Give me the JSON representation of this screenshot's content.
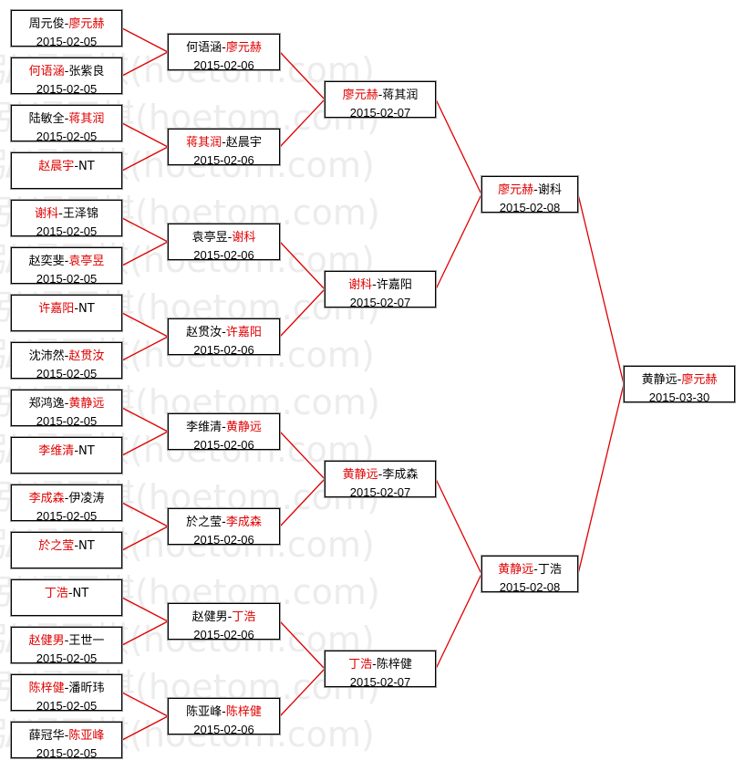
{
  "watermark": "弘通围棋(hoetom.com)",
  "colors": {
    "winner": "#e00000",
    "line": "#e00000",
    "text": "#000000",
    "watermark": "#ececec"
  },
  "matches": [
    {
      "id": "r1m1",
      "round": 1,
      "p1": "周元俊",
      "p2": "廖元赫",
      "winner": 2,
      "date": "2015-02-05"
    },
    {
      "id": "r1m2",
      "round": 1,
      "p1": "何语涵",
      "p2": "张紫良",
      "winner": 1,
      "date": "2015-02-05"
    },
    {
      "id": "r1m3",
      "round": 1,
      "p1": "陆敏全",
      "p2": "蒋其润",
      "winner": 2,
      "date": "2015-02-05"
    },
    {
      "id": "r1m4",
      "round": 1,
      "p1": "赵晨宇",
      "p2": "NT",
      "winner": 1,
      "date": ""
    },
    {
      "id": "r1m5",
      "round": 1,
      "p1": "谢科",
      "p2": "王泽锦",
      "winner": 1,
      "date": "2015-02-05"
    },
    {
      "id": "r1m6",
      "round": 1,
      "p1": "赵奕斐",
      "p2": "袁亭昱",
      "winner": 2,
      "date": "2015-02-05"
    },
    {
      "id": "r1m7",
      "round": 1,
      "p1": "许嘉阳",
      "p2": "NT",
      "winner": 1,
      "date": ""
    },
    {
      "id": "r1m8",
      "round": 1,
      "p1": "沈沛然",
      "p2": "赵贯汝",
      "winner": 2,
      "date": "2015-02-05"
    },
    {
      "id": "r1m9",
      "round": 1,
      "p1": "郑鸿逸",
      "p2": "黄静远",
      "winner": 2,
      "date": "2015-02-05"
    },
    {
      "id": "r1m10",
      "round": 1,
      "p1": "李维清",
      "p2": "NT",
      "winner": 1,
      "date": ""
    },
    {
      "id": "r1m11",
      "round": 1,
      "p1": "李成森",
      "p2": "伊凌涛",
      "winner": 1,
      "date": "2015-02-05"
    },
    {
      "id": "r1m12",
      "round": 1,
      "p1": "於之莹",
      "p2": "NT",
      "winner": 1,
      "date": ""
    },
    {
      "id": "r1m13",
      "round": 1,
      "p1": "丁浩",
      "p2": "NT",
      "winner": 1,
      "date": ""
    },
    {
      "id": "r1m14",
      "round": 1,
      "p1": "赵健男",
      "p2": "王世一",
      "winner": 1,
      "date": "2015-02-05"
    },
    {
      "id": "r1m15",
      "round": 1,
      "p1": "陈梓健",
      "p2": "潘昕玮",
      "winner": 1,
      "date": "2015-02-05"
    },
    {
      "id": "r1m16",
      "round": 1,
      "p1": "薛冠华",
      "p2": "陈亚峰",
      "winner": 2,
      "date": "2015-02-05"
    },
    {
      "id": "r2m1",
      "round": 2,
      "p1": "何语涵",
      "p2": "廖元赫",
      "winner": 2,
      "date": "2015-02-06"
    },
    {
      "id": "r2m2",
      "round": 2,
      "p1": "蒋其润",
      "p2": "赵晨宇",
      "winner": 1,
      "date": "2015-02-06"
    },
    {
      "id": "r2m3",
      "round": 2,
      "p1": "袁亭昱",
      "p2": "谢科",
      "winner": 2,
      "date": "2015-02-06"
    },
    {
      "id": "r2m4",
      "round": 2,
      "p1": "赵贯汝",
      "p2": "许嘉阳",
      "winner": 2,
      "date": "2015-02-06"
    },
    {
      "id": "r2m5",
      "round": 2,
      "p1": "李维清",
      "p2": "黄静远",
      "winner": 2,
      "date": "2015-02-06"
    },
    {
      "id": "r2m6",
      "round": 2,
      "p1": "於之莹",
      "p2": "李成森",
      "winner": 2,
      "date": "2015-02-06"
    },
    {
      "id": "r2m7",
      "round": 2,
      "p1": "赵健男",
      "p2": "丁浩",
      "winner": 2,
      "date": "2015-02-06"
    },
    {
      "id": "r2m8",
      "round": 2,
      "p1": "陈亚峰",
      "p2": "陈梓健",
      "winner": 2,
      "date": "2015-02-06"
    },
    {
      "id": "r3m1",
      "round": 3,
      "p1": "廖元赫",
      "p2": "蒋其润",
      "winner": 1,
      "date": "2015-02-07"
    },
    {
      "id": "r3m2",
      "round": 3,
      "p1": "谢科",
      "p2": "许嘉阳",
      "winner": 1,
      "date": "2015-02-07"
    },
    {
      "id": "r3m3",
      "round": 3,
      "p1": "黄静远",
      "p2": "李成森",
      "winner": 1,
      "date": "2015-02-07"
    },
    {
      "id": "r3m4",
      "round": 3,
      "p1": "丁浩",
      "p2": "陈梓健",
      "winner": 1,
      "date": "2015-02-07"
    },
    {
      "id": "r4m1",
      "round": 4,
      "p1": "廖元赫",
      "p2": "谢科",
      "winner": 1,
      "date": "2015-02-08"
    },
    {
      "id": "r4m2",
      "round": 4,
      "p1": "黄静远",
      "p2": "丁浩",
      "winner": 1,
      "date": "2015-02-08"
    },
    {
      "id": "r5m1",
      "round": 5,
      "p1": "黄静远",
      "p2": "廖元赫",
      "winner": 2,
      "date": "2015-03-30"
    }
  ]
}
